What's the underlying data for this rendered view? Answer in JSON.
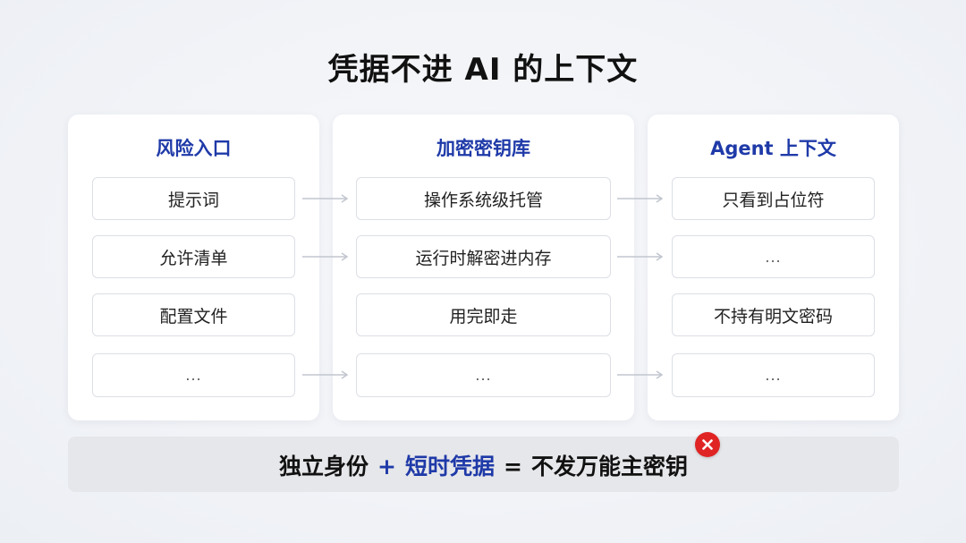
{
  "title": "凭据不进 AI 的上下文",
  "columns": [
    {
      "heading": "风险入口",
      "items": [
        "提示词",
        "允许清单",
        "配置文件",
        "..."
      ]
    },
    {
      "heading": "加密密钥库",
      "items": [
        "操作系统级托管",
        "运行时解密进内存",
        "用完即走",
        "..."
      ]
    },
    {
      "heading": "Agent 上下文",
      "items": [
        "只看到占位符",
        "...",
        "不持有明文密码",
        "..."
      ]
    }
  ],
  "formula": {
    "part1": "独立身份",
    "plus": "+",
    "part2": "短时凭据",
    "equals": "=",
    "result": "不发万能主密钥"
  },
  "colors": {
    "heading_blue": "#1f3aa8",
    "badge_red": "#e02424",
    "arrow_gray": "#c2c6cf"
  },
  "icons": {
    "badge": "x-circle-icon",
    "arrow": "arrow-right-icon"
  }
}
